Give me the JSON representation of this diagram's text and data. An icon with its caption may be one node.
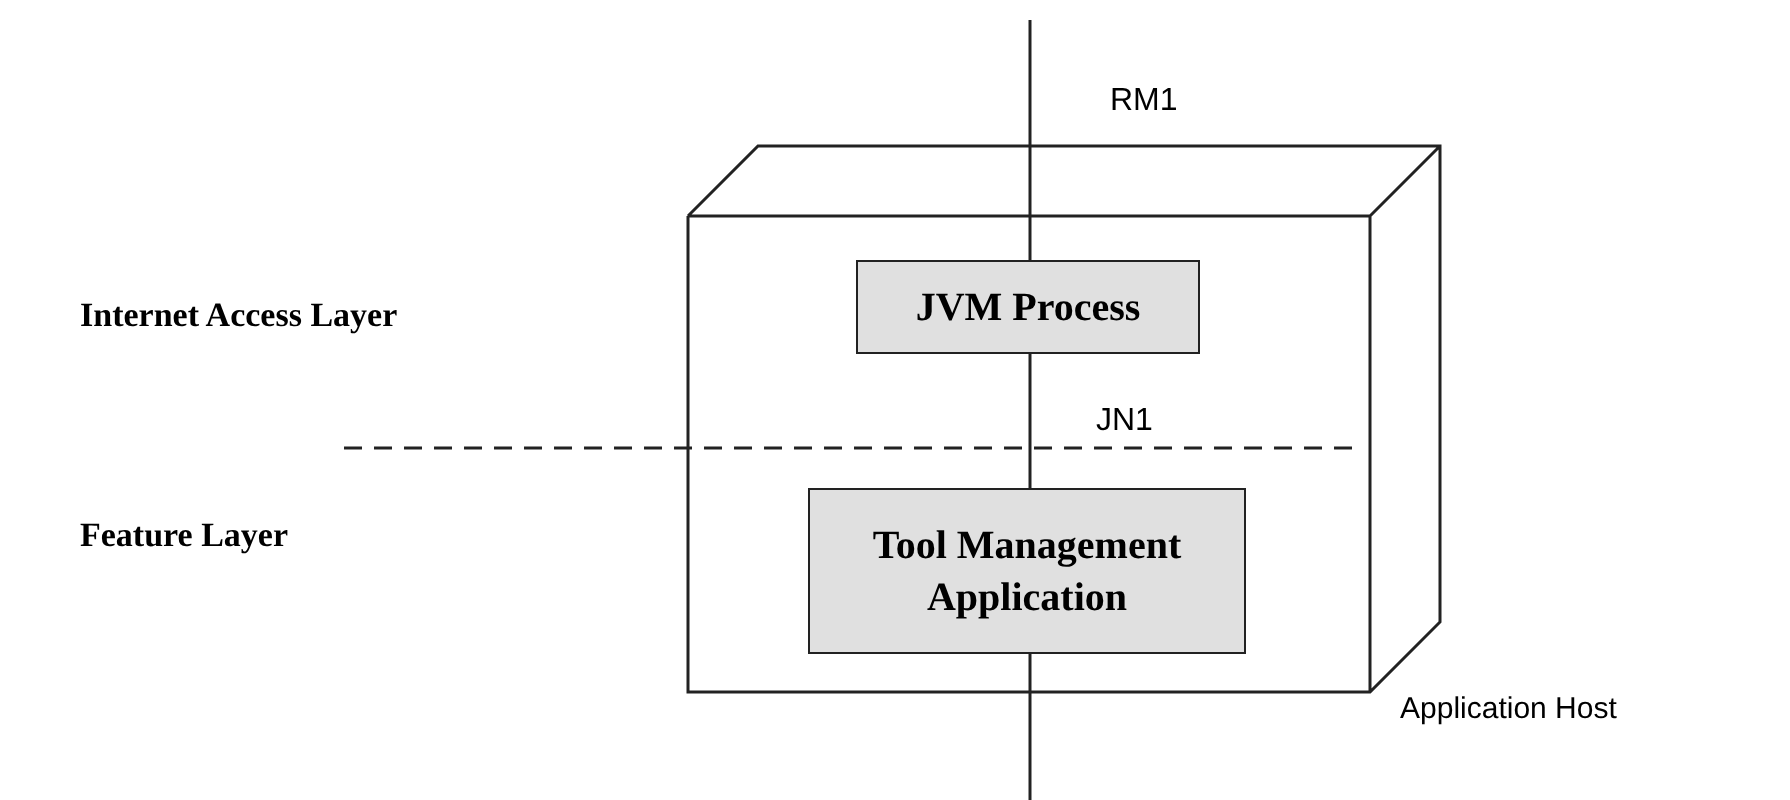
{
  "diagram": {
    "nodes": [
      {
        "text": [
          "Application Host"
        ]
      },
      {
        "text": [
          "JVM Process"
        ],
        "in": 0
      },
      {
        "text": [
          "Tool Management Application"
        ],
        "in": 0
      }
    ],
    "edges": [
      {
        "from": null,
        "to": 1,
        "arrow": "none",
        "label": "RM1"
      },
      {
        "from": 1,
        "to": 2,
        "arrow": "none",
        "label": "JN1"
      },
      {
        "from": 2,
        "to": null,
        "arrow": "none"
      }
    ],
    "labels": [
      "Internet Access Layer",
      "Feature Layer"
    ]
  }
}
